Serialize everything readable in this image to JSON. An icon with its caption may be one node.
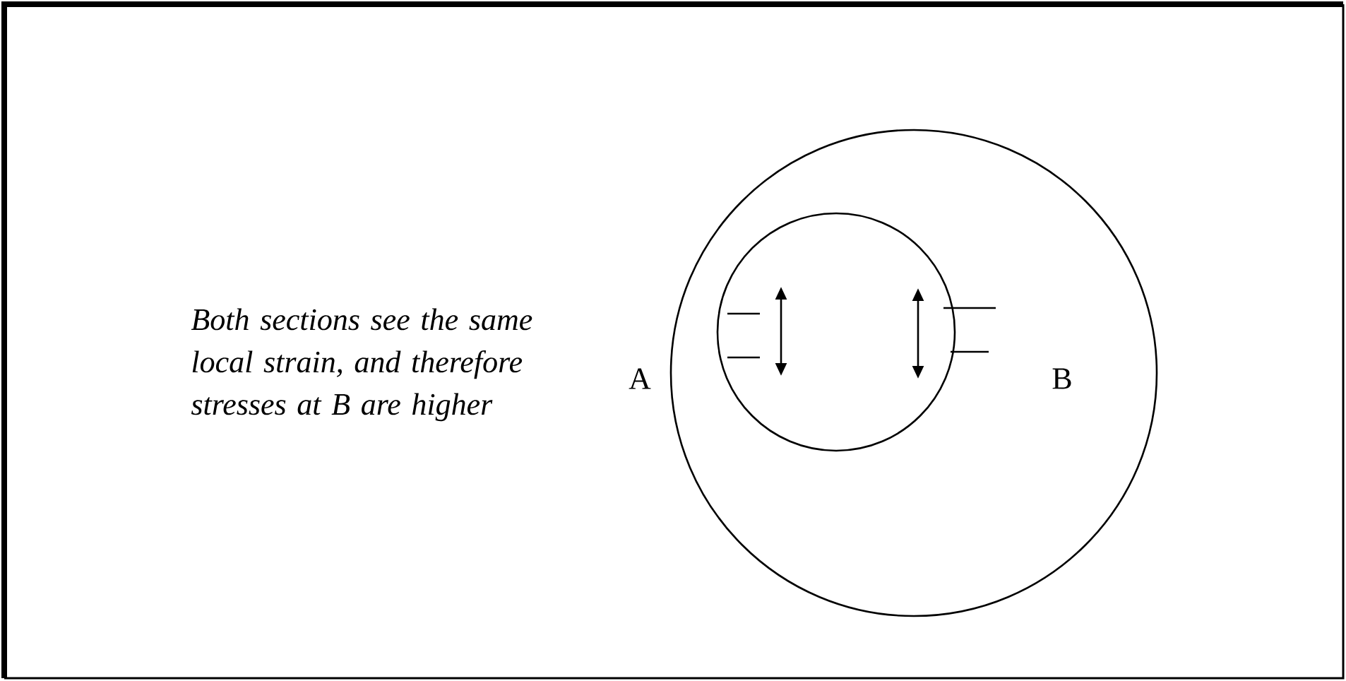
{
  "diagram": {
    "labels": [
      "Both sections see the same local strain, and therefore stresses at B are higher",
      "A",
      "B"
    ]
  }
}
